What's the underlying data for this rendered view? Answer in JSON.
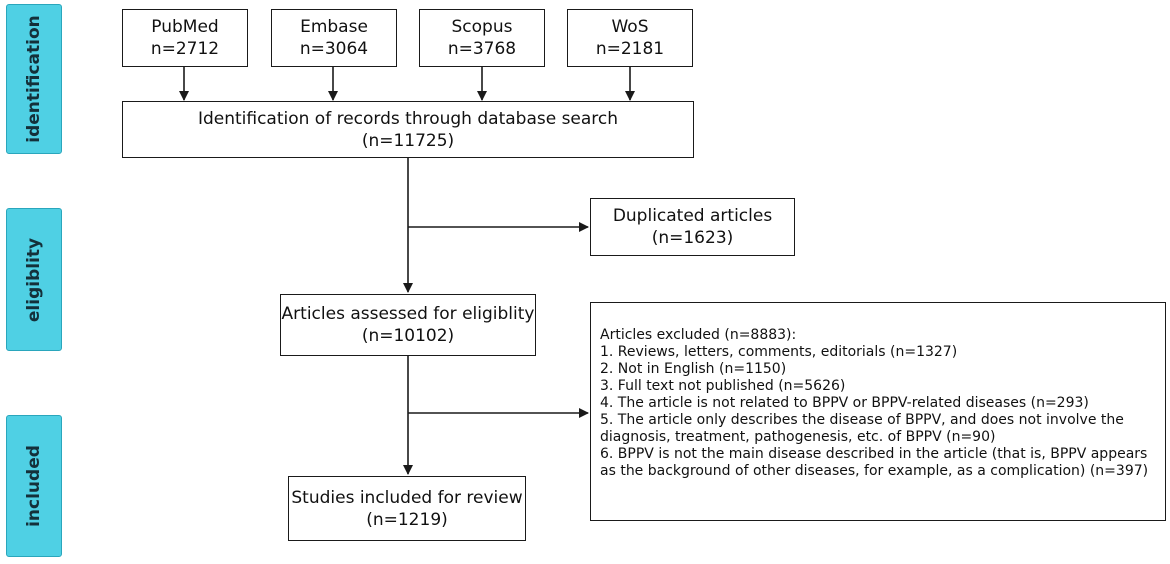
{
  "phases": {
    "identification": "identification",
    "eligibility": "eligiblity",
    "included": "included"
  },
  "sources": [
    {
      "name": "PubMed",
      "count": "n=2712"
    },
    {
      "name": "Embase",
      "count": "n=3064"
    },
    {
      "name": "Scopus",
      "count": "n=3768"
    },
    {
      "name": "WoS",
      "count": "n=2181"
    }
  ],
  "identified": {
    "label": "Identification of records through database search",
    "count": "(n=11725)"
  },
  "duplicates": {
    "label": "Duplicated articles",
    "count": "(n=1623)"
  },
  "assessed": {
    "label": "Articles assessed for eligiblity",
    "count": "(n=10102)"
  },
  "included_box": {
    "label": "Studies included for review",
    "count": "(n=1219)"
  },
  "excluded": {
    "title": "Articles excluded (n=8883):",
    "lines": [
      "1. Reviews, letters, comments, editorials (n=1327)",
      "2. Not in English (n=1150)",
      "3. Full text not published (n=5626)",
      "4. The article is not related to BPPV or BPPV-related  diseases (n=293)",
      "5. The article only describes the disease of BPPV, and does not involve the",
      "diagnosis, treatment, pathogenesis, etc. of BPPV (n=90)",
      "6. BPPV is not the main disease described in the article (that is, BPPV appears",
      "as the background of other diseases, for example, as a complication) (n=397)"
    ]
  },
  "colors": {
    "phase_fill": "#4fd0e4",
    "line": "#1a1a1a"
  }
}
